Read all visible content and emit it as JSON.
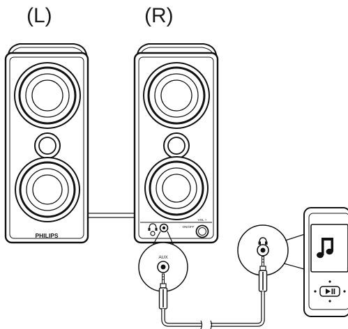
{
  "labels": {
    "left_speaker": "(L)",
    "right_speaker": "(R)"
  },
  "speakers": {
    "brand": "PHILIPS",
    "onoff_text": "ON/OFF",
    "volume_text": "VOL +"
  },
  "callouts": {
    "aux_label": "AUX",
    "headphone_icon": "headphone-icon"
  },
  "player": {
    "screen_icon": "music-note-icon",
    "control_icon": "play-pause-icon"
  }
}
